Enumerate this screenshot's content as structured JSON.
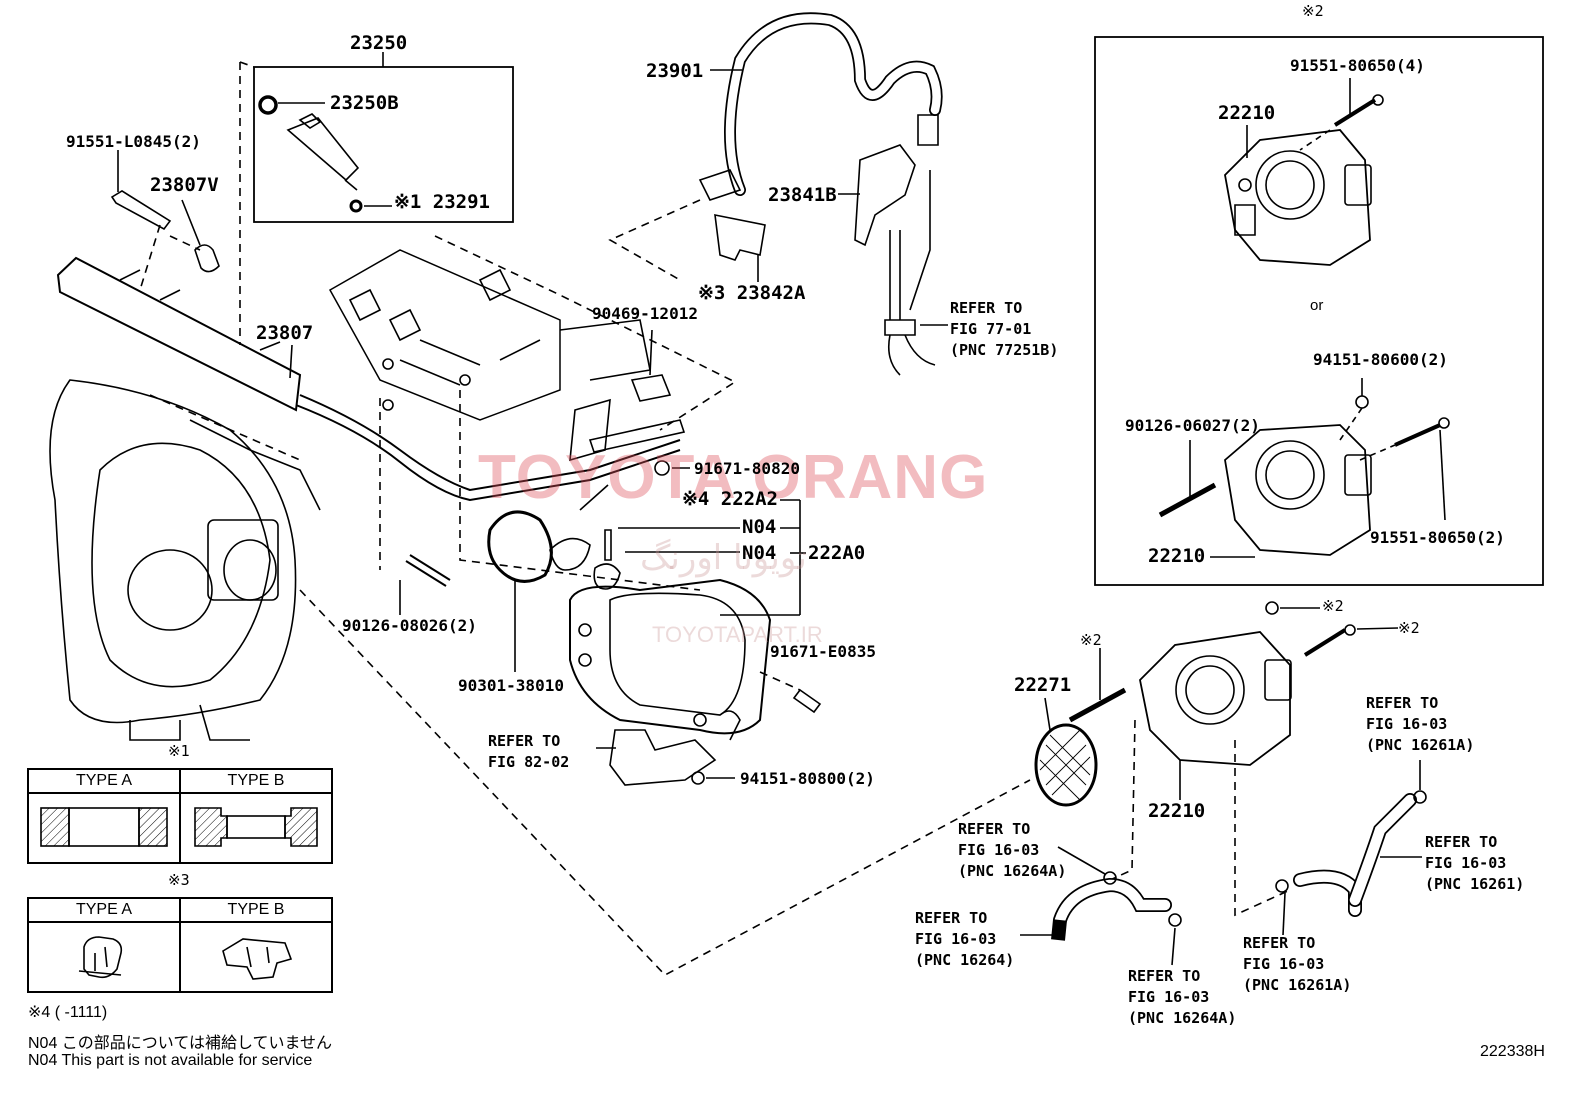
{
  "labels": {
    "p23250": "23250",
    "p23250B": "23250B",
    "p23291": "※1 23291",
    "p91551L0845": "91551-L0845(2)",
    "p23807V": "23807V",
    "p23807": "23807",
    "p23901": "23901",
    "p23841B": "23841B",
    "p23842A": "※3 23842A",
    "p90469": "90469-12012",
    "p91671_80820": "91671-80820",
    "p222A2": "※4 222A2",
    "pN04a": "N04",
    "pN04b": "N04",
    "p222A0": "222A0",
    "p90126_08026": "90126-08026(2)",
    "p90301": "90301-38010",
    "p91671_E0835": "91671-E0835",
    "p94151_80800": "94151-80800(2)",
    "p22271": "22271",
    "p22210_main": "22210",
    "p22210_box1": "22210",
    "p22210_box2": "22210",
    "p91551_80650_4": "91551-80650(4)",
    "p94151_80600": "94151-80600(2)",
    "p90126_06027": "90126-06027(2)",
    "p91551_80650_2": "91551-80650(2)",
    "or": "or",
    "kome2_box": "※2",
    "kome2_a": "※2",
    "kome2_b": "※2",
    "kome2_c": "※2"
  },
  "refs": {
    "r77": "REFER TO\nFIG 77-01\n(PNC 77251B)",
    "r82": "REFER TO\nFIG 82-02",
    "r16261A_top": "REFER TO\nFIG 16-03\n(PNC 16261A)",
    "r16264A_top": "REFER TO\nFIG 16-03\n(PNC 16264A)",
    "r16261": "REFER TO\nFIG 16-03\n(PNC 16261)",
    "r16264": "REFER TO\nFIG 16-03\n(PNC 16264)",
    "r16264A_bot": "REFER TO\nFIG 16-03\n(PNC 16264A)",
    "r16261A_bot": "REFER TO\nFIG 16-03\n(PNC 16261A)"
  },
  "tables": {
    "t1_mark": "※1",
    "t1_typeA": "TYPE A",
    "t1_typeB": "TYPE B",
    "t3_mark": "※3",
    "t3_typeA": "TYPE A",
    "t3_typeB": "TYPE B"
  },
  "notes": {
    "n4": "※4 (      -1111)",
    "jp": "N04  この部品については補給していません",
    "en": "N04  This part is not available for service",
    "code": "222338H"
  },
  "watermark": {
    "main": "TOYOTA ORANG",
    "farsi": "تویوتا اورنگ",
    "site": "TOYOTAPART.IR"
  }
}
